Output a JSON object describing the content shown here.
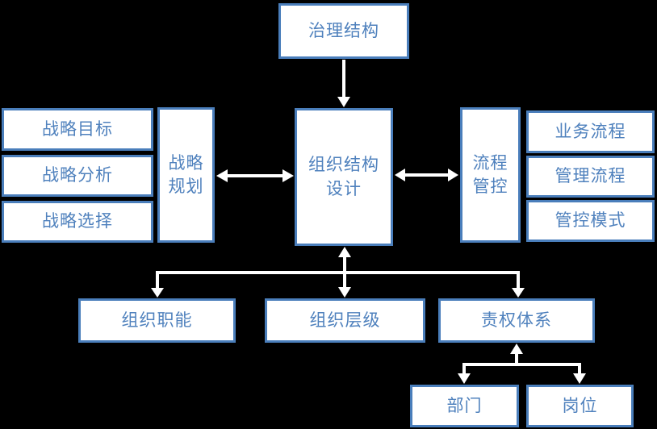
{
  "colors": {
    "background": "#000000",
    "box_fill": "#ffffff",
    "box_border": "#4a7ebb",
    "box_text": "#4f81bd",
    "arrow": "#ffffff"
  },
  "nodes": {
    "governance": {
      "label": "治理结构"
    },
    "strategy_goal": {
      "label": "战略目标"
    },
    "strategy_analysis": {
      "label": "战略分析"
    },
    "strategy_choice": {
      "label": "战略选择"
    },
    "strategy_planning": {
      "label": "战略\n规划"
    },
    "org_design": {
      "label": "组织结构\n设计"
    },
    "process_control": {
      "label": "流程\n管控"
    },
    "business_process": {
      "label": "业务流程"
    },
    "management_process": {
      "label": "管理流程"
    },
    "control_mode": {
      "label": "管控模式"
    },
    "org_function": {
      "label": "组织职能"
    },
    "org_level": {
      "label": "组织层级"
    },
    "responsibility": {
      "label": "责权体系"
    },
    "department": {
      "label": "部门"
    },
    "position": {
      "label": "岗位"
    }
  },
  "edges": [
    {
      "from": "governance",
      "to": "org_design",
      "style": "single-down"
    },
    {
      "from": "strategy_planning",
      "to": "org_design",
      "style": "double-horizontal"
    },
    {
      "from": "org_design",
      "to": "process_control",
      "style": "double-horizontal"
    },
    {
      "from": "org_design",
      "to": "org_level",
      "style": "double-vertical"
    },
    {
      "from": "org_design",
      "to": "org_function",
      "style": "branch-down"
    },
    {
      "from": "org_design",
      "to": "responsibility",
      "style": "branch-down"
    },
    {
      "from": "branch_below_responsibility",
      "to": "responsibility",
      "style": "single-up"
    },
    {
      "from": "responsibility",
      "to": "department",
      "style": "branch-down"
    },
    {
      "from": "responsibility",
      "to": "position",
      "style": "branch-down"
    }
  ]
}
